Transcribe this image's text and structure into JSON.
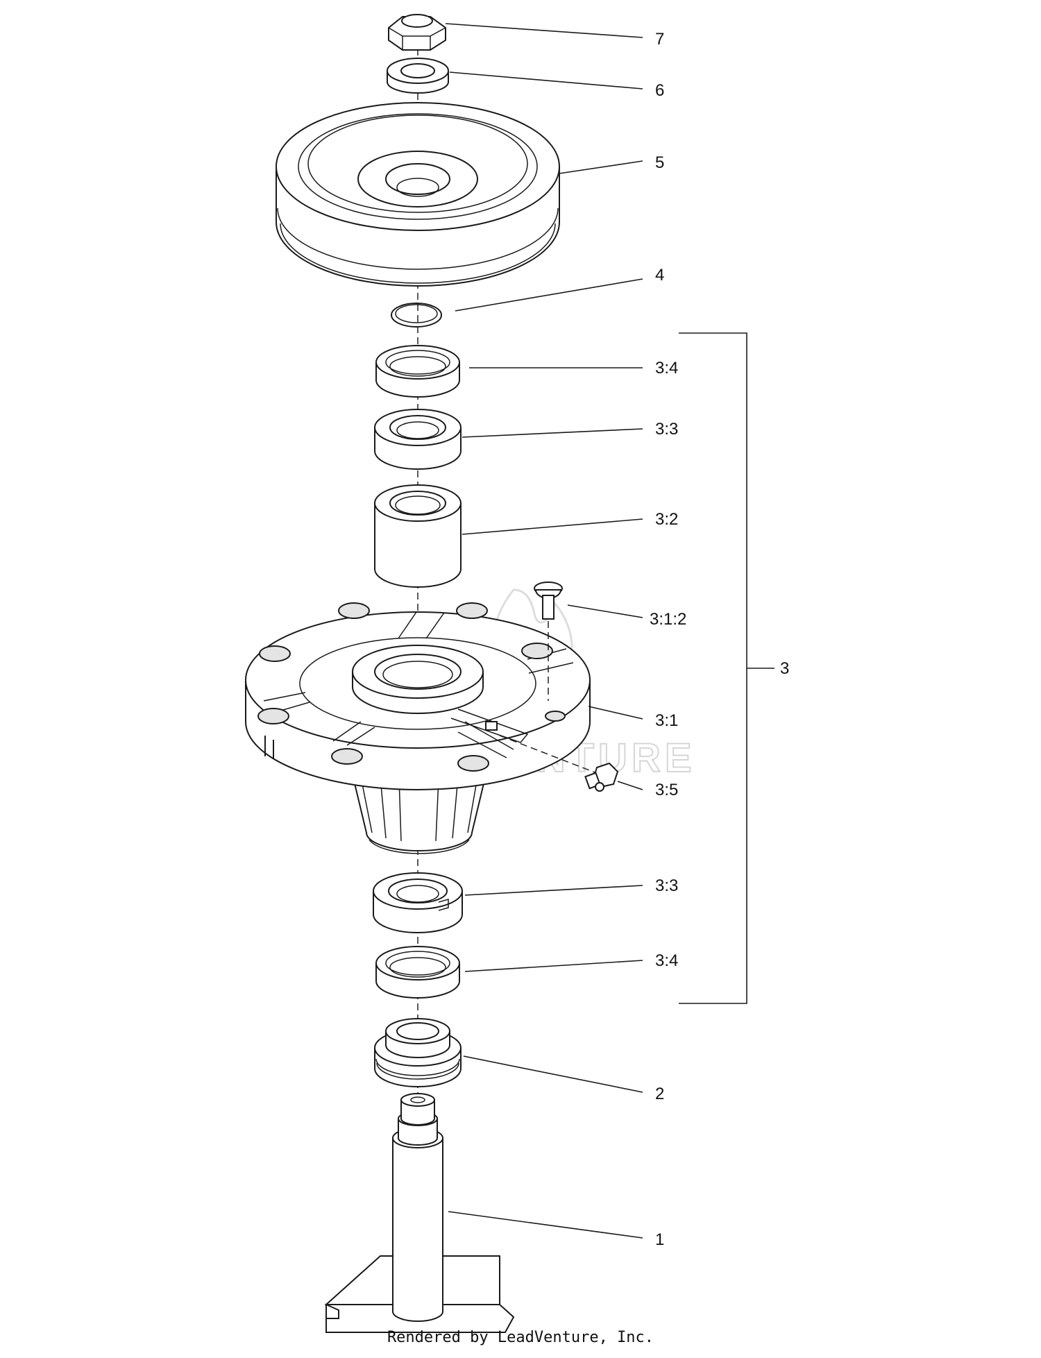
{
  "callouts": {
    "c7": "7",
    "c6": "6",
    "c5": "5",
    "c4": "4",
    "c3_4_top": "3:4",
    "c3_3_top": "3:3",
    "c3_2": "3:2",
    "c3_1_2": "3:1:2",
    "c3": "3",
    "c3_1": "3:1",
    "c3_5": "3:5",
    "c3_3_bottom": "3:3",
    "c3_4_bottom": "3:4",
    "c2": "2",
    "c1": "1"
  },
  "watermark": "LEADVENTURE",
  "footer": "Rendered by LeadVenture, Inc."
}
